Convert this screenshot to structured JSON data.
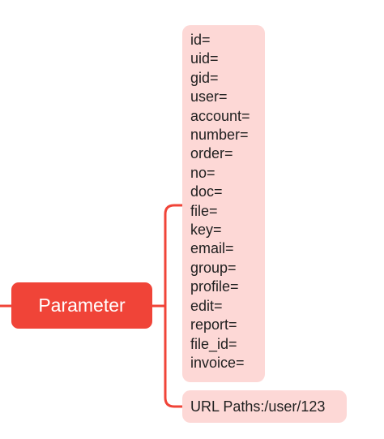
{
  "diagram": {
    "root": {
      "label": "Parameter",
      "color": "#f04438"
    },
    "parameters": [
      "id=",
      "uid=",
      "gid=",
      "user=",
      "account=",
      "number=",
      "order=",
      "no=",
      "doc=",
      "file=",
      "key=",
      "email=",
      "group=",
      "profile=",
      "edit=",
      "report=",
      "file_id=",
      "invoice="
    ],
    "url_paths": {
      "label": "URL Paths:",
      "value": "/user/123"
    },
    "colors": {
      "branch_box": "#fdd8d6",
      "connector": "#f04438"
    }
  }
}
